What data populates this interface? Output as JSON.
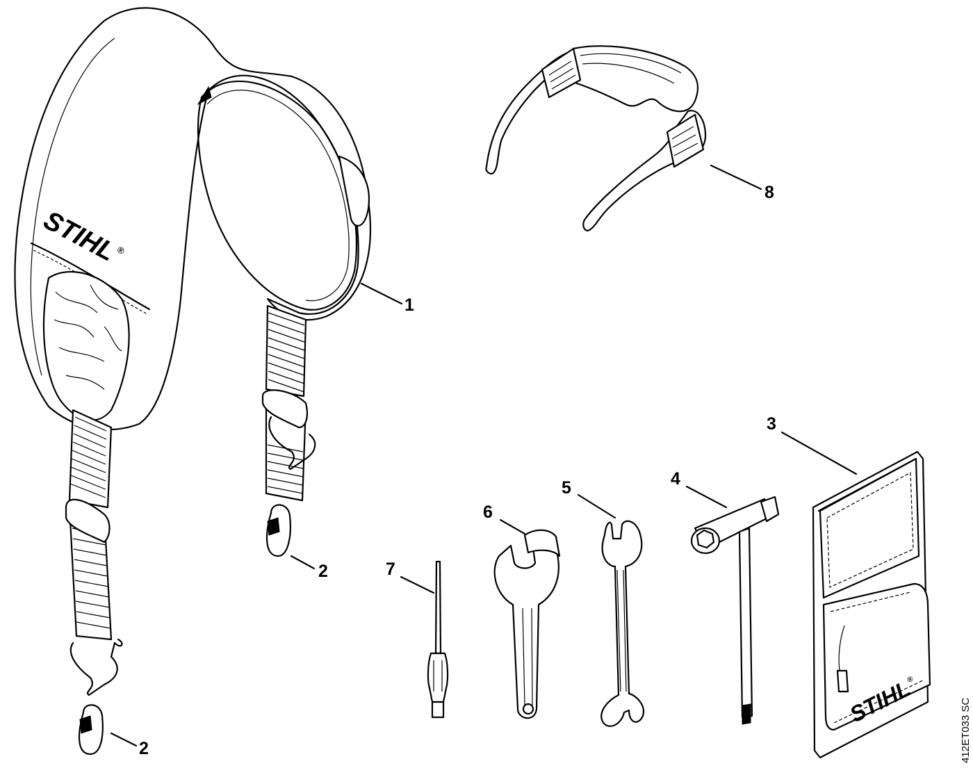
{
  "drawing_code": "412ET033 SC",
  "brand_logo": "STIHL",
  "registered_mark": "®",
  "callouts": {
    "c1": "1",
    "c2a": "2",
    "c2b": "2",
    "c3": "3",
    "c4": "4",
    "c5": "5",
    "c6": "6",
    "c7": "7",
    "c8": "8"
  },
  "parts": [
    {
      "id": "1",
      "name": "shoulder harness"
    },
    {
      "id": "2",
      "name": "carabiner"
    },
    {
      "id": "3",
      "name": "tool pouch"
    },
    {
      "id": "4",
      "name": "combination wrench"
    },
    {
      "id": "5",
      "name": "double open-end wrench"
    },
    {
      "id": "6",
      "name": "open-end wrench"
    },
    {
      "id": "7",
      "name": "screwdriver"
    },
    {
      "id": "8",
      "name": "safety glasses"
    }
  ]
}
